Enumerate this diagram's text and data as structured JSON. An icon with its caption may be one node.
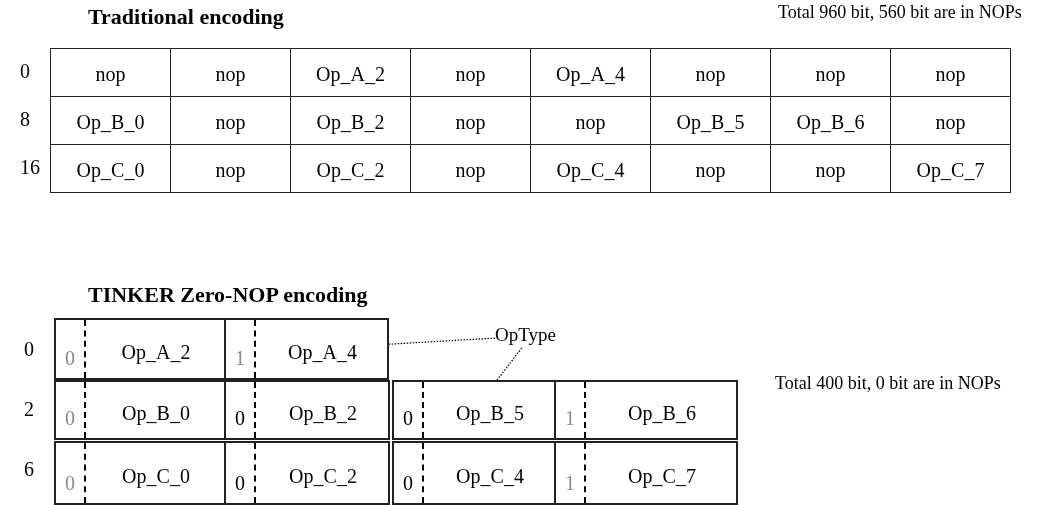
{
  "diagram": {
    "nodes": [
      {
        "text": [
          "0",
          "Op_A_2"
        ]
      },
      {
        "text": [
          "1",
          "Op_A_4"
        ]
      },
      {
        "text": [
          "OpType"
        ]
      },
      {
        "text": [
          "0",
          "Op_B_0"
        ]
      },
      {
        "text": [
          "0",
          "Op_B_2"
        ]
      },
      {
        "text": [
          "0",
          "Op_B_5"
        ]
      },
      {
        "text": [
          "1",
          "Op_B_6"
        ]
      },
      {
        "text": [
          "0",
          "Op_C_0"
        ]
      },
      {
        "text": [
          "0",
          "Op_C_2"
        ]
      },
      {
        "text": [
          "0",
          "Op_C_4"
        ]
      },
      {
        "text": [
          "1",
          "Op_C_7"
        ]
      }
    ],
    "edges": [
      {
        "from": 2,
        "to": 1,
        "arrow": "none",
        "style": "dashed"
      },
      {
        "from": 2,
        "to": 5,
        "arrow": "none",
        "style": "dashed"
      }
    ],
    "labels": [
      "Traditional encoding",
      "Total 960 bit, 560 bit are in NOPs",
      "0",
      "nop",
      "nop",
      "Op_A_2",
      "nop",
      "Op_A_4",
      "nop",
      "nop",
      "nop",
      "8",
      "Op_B_0",
      "nop",
      "Op_B_2",
      "nop",
      "nop",
      "Op_B_5",
      "Op_B_6",
      "nop",
      "16",
      "Op_C_0",
      "nop",
      "Op_C_2",
      "nop",
      "Op_C_4",
      "nop",
      "nop",
      "Op_C_7",
      "TINKER Zero-NOP encoding",
      "0",
      "Total 400 bit, 0 bit are in NOPs",
      "2",
      "6"
    ]
  }
}
